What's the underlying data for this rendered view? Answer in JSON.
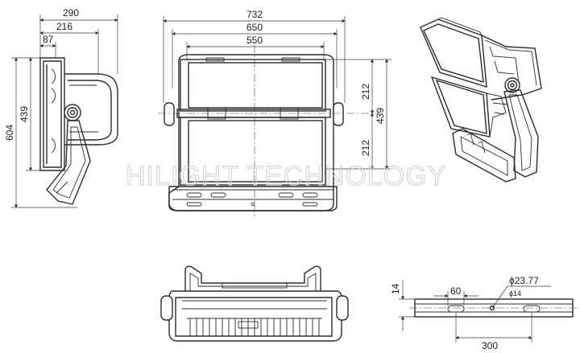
{
  "watermark": "HILIGHT TECHNOLOGY",
  "side_view": {
    "dim_290": "290",
    "dim_216": "216",
    "dim_87": "87",
    "dim_604": "604",
    "dim_439": "439"
  },
  "front_view": {
    "dim_732": "732",
    "dim_650": "650",
    "dim_550": "550",
    "dim_212_top": "212",
    "dim_212_bottom": "212",
    "dim_439": "439"
  },
  "bracket_detail": {
    "dim_14": "14",
    "dim_60": "60",
    "dim_hole": "ϕ23.77",
    "dim_hole_small": "ϕ14",
    "dim_300": "300"
  }
}
